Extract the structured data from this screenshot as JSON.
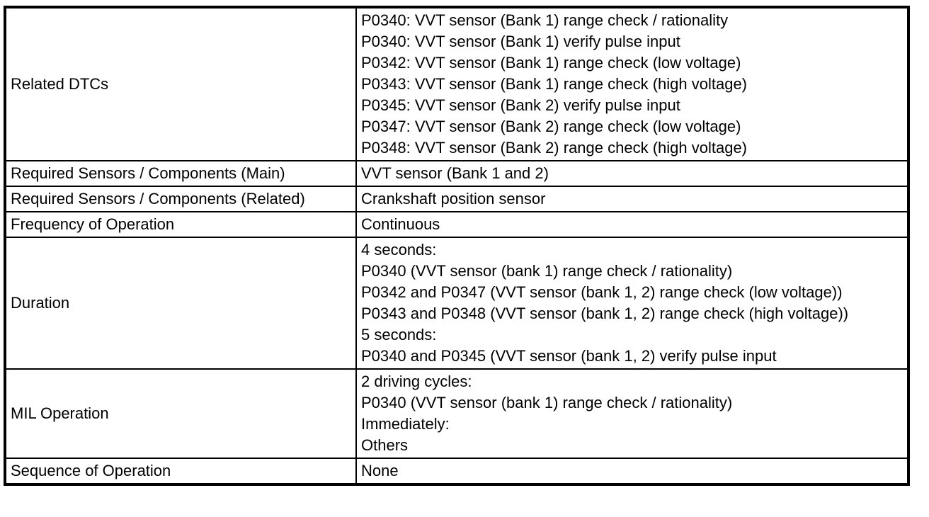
{
  "colors": {
    "border": "#000000",
    "background": "#ffffff",
    "text": "#000000"
  },
  "table": {
    "rows": [
      {
        "label": "Related DTCs",
        "lines": [
          "P0340: VVT sensor (Bank 1) range check / rationality",
          "P0340: VVT sensor (Bank 1) verify pulse input",
          "P0342: VVT sensor (Bank 1) range check (low voltage)",
          "P0343: VVT sensor (Bank 1) range check (high voltage)",
          "P0345: VVT sensor (Bank 2) verify pulse input",
          "P0347: VVT sensor (Bank 2) range check (low voltage)",
          "P0348: VVT sensor (Bank 2) range check (high voltage)"
        ]
      },
      {
        "label": "Required Sensors / Components (Main)",
        "lines": [
          "VVT sensor (Bank 1 and 2)"
        ]
      },
      {
        "label": "Required Sensors / Components (Related)",
        "lines": [
          "Crankshaft position sensor"
        ]
      },
      {
        "label": "Frequency of Operation",
        "lines": [
          "Continuous"
        ]
      },
      {
        "label": "Duration",
        "lines": [
          "4 seconds:",
          "P0340 (VVT sensor (bank 1) range check / rationality)",
          "P0342 and P0347 (VVT sensor (bank 1, 2) range check (low voltage))",
          "P0343 and P0348 (VVT sensor (bank 1, 2) range check (high voltage))",
          "5 seconds:",
          "P0340 and P0345 (VVT sensor (bank 1, 2) verify pulse input"
        ]
      },
      {
        "label": "MIL Operation",
        "lines": [
          "2 driving cycles:",
          "P0340 (VVT sensor (bank 1) range check / rationality)",
          "Immediately:",
          "Others"
        ]
      },
      {
        "label": "Sequence of Operation",
        "lines": [
          "None"
        ]
      }
    ]
  }
}
